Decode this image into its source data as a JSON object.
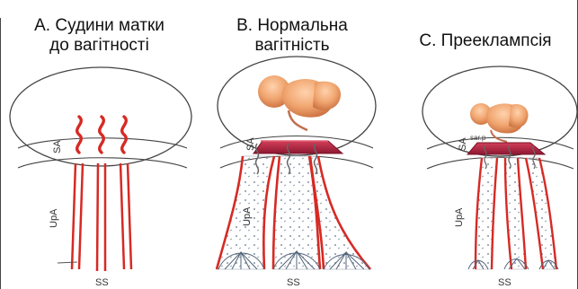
{
  "panels": [
    {
      "id": "A",
      "title_line1": "А. Судини матки",
      "title_line2": "до вагітності",
      "artery_label": "SA",
      "vessel_label": "UpA",
      "bottom_label": "SS"
    },
    {
      "id": "B",
      "title_line1": "B. Нормальна",
      "title_line2": "вагітність",
      "artery_label": "SA",
      "vessel_label": "UpA",
      "bottom_label": "SS"
    },
    {
      "id": "C",
      "title_line1": "С. Прееклампсія",
      "title_line2": "",
      "artery_label": "SA",
      "vessel_label": "UpA",
      "bottom_label": "SS",
      "placenta_label": "sar.p"
    }
  ],
  "colors": {
    "artery_red": "#d62a24",
    "placenta_red": "#b6213d",
    "fetus_skin": "#f0a56f",
    "vessel_gray": "#7b8593",
    "outline": "#444444",
    "background": "#ffffff"
  }
}
